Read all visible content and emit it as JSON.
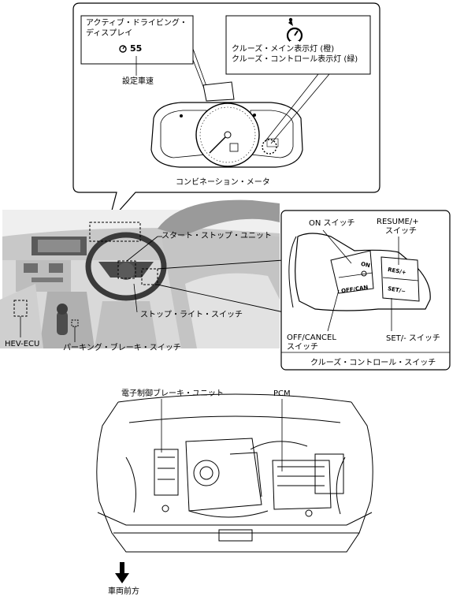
{
  "meter_box": {
    "ads_title": "アクティブ・ドライビング・",
    "ads_title2": "ディスプレイ",
    "speed_value": "55",
    "set_speed_label": "設定車速",
    "cruise_main_label": "クルーズ・メイン表示灯 (橙)",
    "cruise_control_label": "クルーズ・コントロール表示灯 (緑)",
    "meter_label": "コンビネーション・メータ"
  },
  "cabin": {
    "start_stop_label": "スタート・ストップ・ユニット",
    "stop_light_label": "ストップ・ライト・スイッチ",
    "hev_ecu_label": "HEV-ECU",
    "parking_brake_label": "パーキング・ブレーキ・スイッチ"
  },
  "switch_box": {
    "on_switch_label": "ON スイッチ",
    "resume_label": "RESUME/+",
    "resume_label2": "スイッチ",
    "off_cancel_label": "OFF/CANCEL",
    "off_cancel_label2": "スイッチ",
    "set_label": "SET/- スイッチ",
    "box_title": "クルーズ・コントロール・スイッチ",
    "btn_on": "ON",
    "btn_offcan": "OFF/CAN",
    "btn_res": "RES/+",
    "btn_set": "SET/−"
  },
  "engine_bay": {
    "ebcm_label": "電子制御ブレーキ・ユニット",
    "pcm_label": "PCM",
    "front_label": "車両前方"
  }
}
